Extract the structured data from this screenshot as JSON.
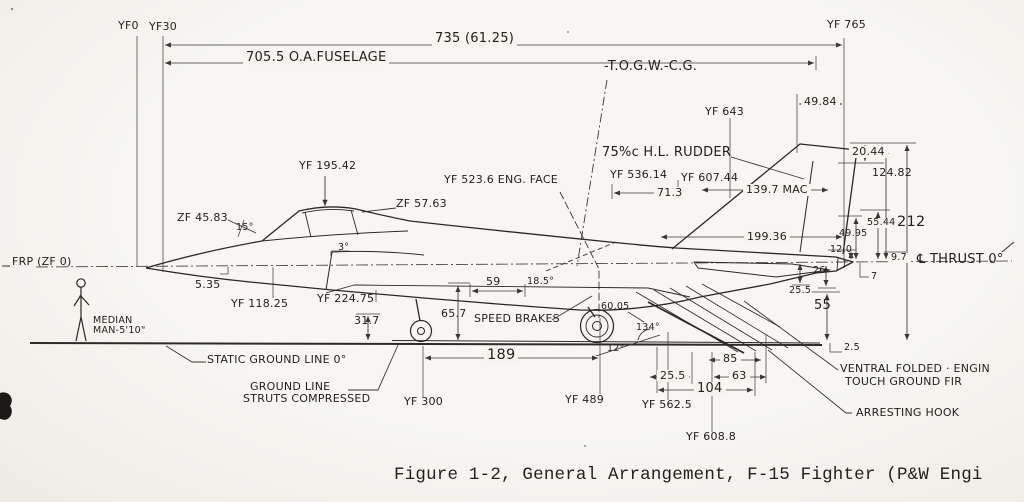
{
  "caption": "Figure 1-2,  General Arrangement, F-15 Fighter (P&W Engi",
  "stations": {
    "yf0": "YF0",
    "yf30": "YF30",
    "yf765": "YF 765",
    "yf643": "YF 643",
    "yf536_14": "YF 536.14",
    "yf607_44": "YF 607.44",
    "yf523_6": "YF 523.6 ENG. FACE",
    "yf195_42": "YF 195.42",
    "zf57_63": "ZF 57.63",
    "zf45_83": "ZF 45.83",
    "yf118_25": "YF 118.25",
    "yf224_75": "YF 224.75",
    "yf300": "YF 300",
    "yf489": "YF 489",
    "yf562_5": "YF 562.5",
    "yf608_8": "YF 608.8",
    "frp": "FRP (ZF 0)"
  },
  "dimensions": {
    "overall": "735 (61.25)",
    "fuselage": "705.5 O.A.FUSELAGE",
    "d49_84": "49.84",
    "d20_44": "20.44",
    "d124_82": "124.82",
    "d55_44": "55.44",
    "d49_95": "49.95",
    "d212": "212",
    "d12_0": "12.0",
    "d9_7": "9.7",
    "d7": "7",
    "d26": "26",
    "d25_5_tail": "25.5",
    "d55": "55",
    "d2_5": "2.5",
    "d71_3": "71.3",
    "d139_7": "139.7 MAC",
    "d199_36": "199.36",
    "d5_35": "5.35",
    "d59": "59",
    "d65_7": "65.7",
    "d31_7": "31.7",
    "d189": "189",
    "d60_05": "60.05",
    "d85": "85",
    "d63": "63",
    "d25_5_bottom": "25.5",
    "d104": "104"
  },
  "angles": {
    "windshield": "15°",
    "canopy": "3°",
    "speed_brake": "18.5°",
    "hook": "134°",
    "ground": "12°"
  },
  "annotations": {
    "togw": "-T.O.G.W.-C.G.",
    "thrust": "℄ THRUST 0°",
    "rudder": "75%c H.L. RUDDER",
    "speed_brakes": "SPEED BRAKES",
    "median_man_1": "MEDIAN",
    "median_man_2": "MAN-5'10\"",
    "static_ground": "STATIC GROUND LINE 0°",
    "ground_line_1": "GROUND LINE",
    "ground_line_2": "STRUTS COMPRESSED",
    "ventral_1": "VENTRAL FOLDED · ENGIN",
    "ventral_2": "TOUCH GROUND FIR",
    "arresting_hook": "ARRESTING HOOK"
  }
}
